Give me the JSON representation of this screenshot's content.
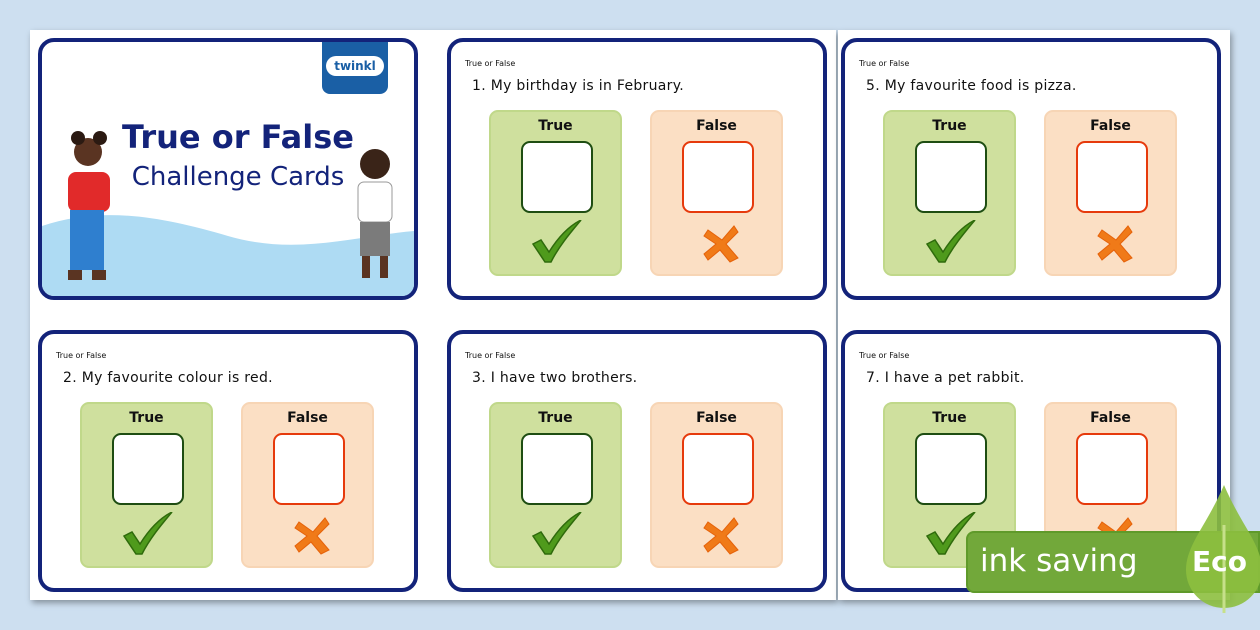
{
  "cover": {
    "title": "True or False",
    "subtitle": "Challenge Cards",
    "logo": "twinkl"
  },
  "cards": [
    {
      "header": "True or False",
      "question": "1.  My birthday is in February.",
      "true_label": "True",
      "false_label": "False"
    },
    {
      "header": "True or False",
      "question": "5.  My favourite food is pizza.",
      "true_label": "True",
      "false_label": "False"
    },
    {
      "header": "True or False",
      "question": "2.  My favourite colour is red.",
      "true_label": "True",
      "false_label": "False"
    },
    {
      "header": "True or False",
      "question": "3.  I have two brothers.",
      "true_label": "True",
      "false_label": "False"
    },
    {
      "header": "True or False",
      "question": "7.  I have a pet rabbit.",
      "true_label": "True",
      "false_label": "False"
    }
  ],
  "badge": {
    "text": "ink saving",
    "eco": "Eco"
  },
  "colors": {
    "border": "#13237a",
    "true_bg": "#cfe09e",
    "false_bg": "#fbdfc4",
    "eco": "#72a83a"
  }
}
